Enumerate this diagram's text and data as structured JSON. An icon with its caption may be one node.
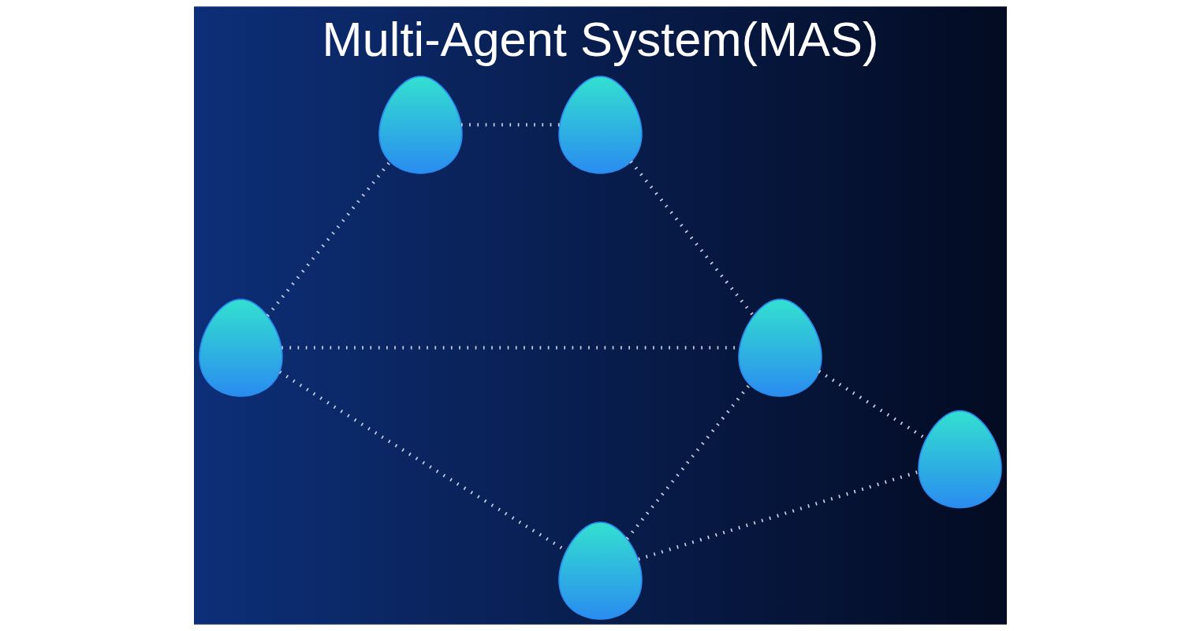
{
  "diagram": {
    "title": "Multi-Agent System(MAS)",
    "nodes": [
      {
        "text": [],
        "shape": "picture"
      },
      {
        "text": [],
        "shape": "picture"
      },
      {
        "text": [],
        "shape": "picture"
      },
      {
        "text": [],
        "shape": "picture"
      },
      {
        "text": [],
        "shape": "picture"
      },
      {
        "text": [],
        "shape": "picture"
      }
    ],
    "edges": [
      {
        "from": 2,
        "to": 0,
        "arrow": "none"
      },
      {
        "from": 2,
        "to": 3,
        "arrow": "none"
      },
      {
        "from": 2,
        "to": 4,
        "arrow": "none"
      },
      {
        "from": 0,
        "to": 1,
        "arrow": "none"
      },
      {
        "from": 1,
        "to": 3,
        "arrow": "none"
      },
      {
        "from": 3,
        "to": 5,
        "arrow": "none"
      },
      {
        "from": 4,
        "to": 5,
        "arrow": "none"
      },
      {
        "from": 4,
        "to": 3,
        "arrow": "none"
      }
    ]
  }
}
